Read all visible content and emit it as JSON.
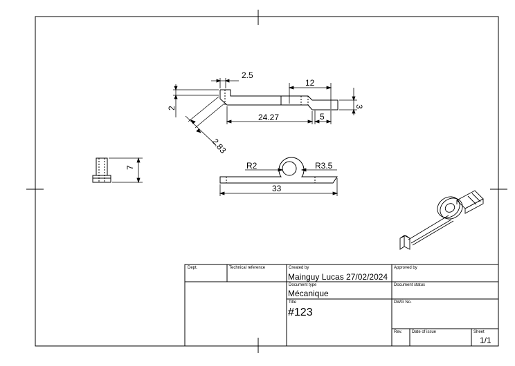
{
  "dimensions": {
    "d2_5": "2.5",
    "d12": "12",
    "d3": "3",
    "d2": "2",
    "d24_27": "24.27",
    "d5": "5",
    "d2_83": "2.83",
    "d7": "7",
    "r2": "R2",
    "r3_5": "R3.5",
    "d33": "33"
  },
  "title_block": {
    "dept_label": "Dept.",
    "tech_ref_label": "Technical reference",
    "created_by_label": "Created by",
    "created_by_value": "Mainguy Lucas 27/02/2024",
    "approved_by_label": "Approved by",
    "doc_type_label": "Document type",
    "doc_type_value": "Mécanique",
    "doc_status_label": "Document status",
    "title_label": "Title",
    "title_value": "#123",
    "dwg_label": "DWG No.",
    "rev_label": "Rev.",
    "date_issue_label": "Date of issue",
    "sheet_label": "Sheet",
    "sheet_value": "1/1"
  }
}
